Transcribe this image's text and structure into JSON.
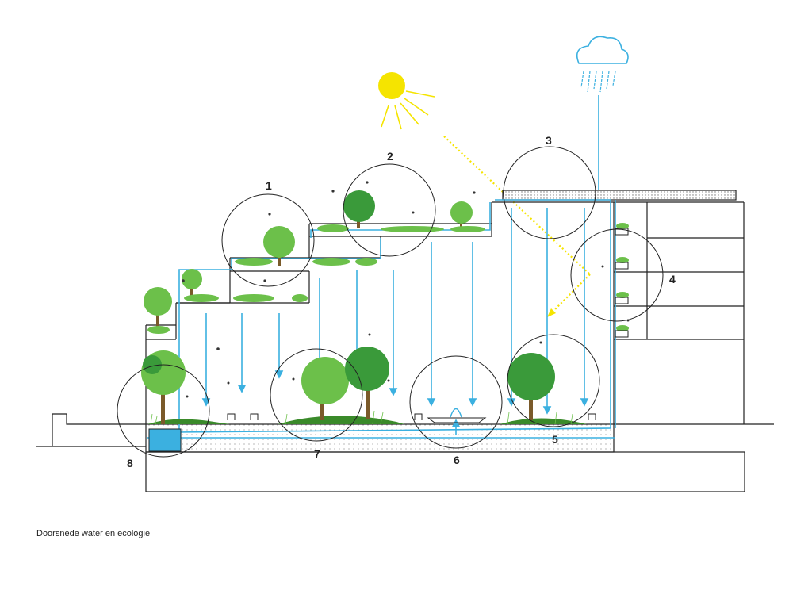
{
  "caption": "Doorsnede water en ecologie",
  "labels": {
    "n1": "1",
    "n2": "2",
    "n3": "3",
    "n4": "4",
    "n5": "5",
    "n6": "6",
    "n7": "7",
    "n8": "8"
  },
  "colors": {
    "water": "#3bb0e0",
    "foliage": "#6cc04a",
    "foliage_dark": "#3a9a3a",
    "trunk": "#7a5a2a",
    "sun": "#f5e400",
    "sun_ray": "#f5e400",
    "line": "#222222",
    "ground": "#3a8a2a"
  },
  "icons": {
    "sun": "sun-icon",
    "cloud": "rain-cloud-icon"
  }
}
